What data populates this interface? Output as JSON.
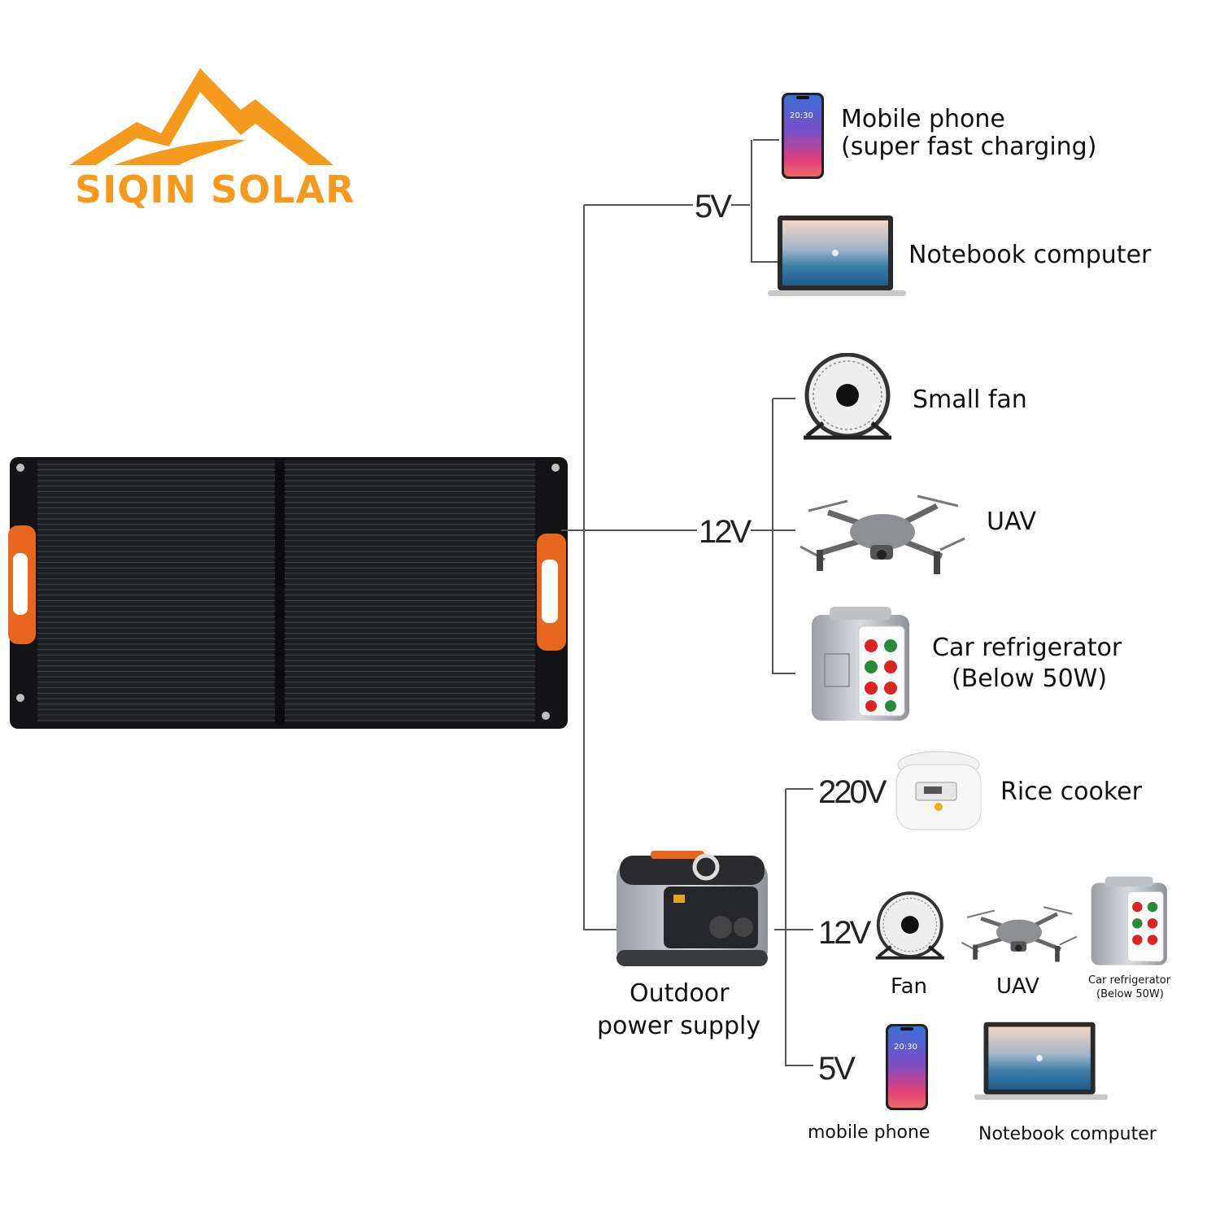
{
  "brand": {
    "name": "SIQIN SOLAR",
    "color": "#f59a1c"
  },
  "colors": {
    "panel": "#1c1c1e",
    "handle": "#e8661e",
    "line": "#555555"
  },
  "branches": {
    "v5": {
      "voltage": "5V",
      "devices": [
        {
          "icon": "mobile-phone-icon",
          "label_line1": "Mobile phone",
          "label_line2": "(super fast charging)"
        },
        {
          "icon": "laptop-icon",
          "label": "Notebook computer"
        }
      ]
    },
    "v12": {
      "voltage": "12V",
      "devices": [
        {
          "icon": "fan-icon",
          "label": "Small fan"
        },
        {
          "icon": "drone-icon",
          "label": "UAV"
        },
        {
          "icon": "car-refrigerator-icon",
          "label_line1": "Car refrigerator",
          "label_line2": "(Below 50W)"
        }
      ]
    },
    "outdoor": {
      "label_line1": "Outdoor",
      "label_line2": "power supply",
      "icon": "power-station-icon",
      "outputs": {
        "v220": {
          "voltage": "220V",
          "devices": [
            {
              "icon": "rice-cooker-icon",
              "label": "Rice cooker"
            }
          ]
        },
        "v12": {
          "voltage": "12V",
          "devices": [
            {
              "icon": "fan-icon",
              "label": "Fan"
            },
            {
              "icon": "drone-icon",
              "label": "UAV"
            },
            {
              "icon": "car-refrigerator-icon",
              "label_line1": "Car refrigerator",
              "label_line2": "(Below 50W)"
            }
          ]
        },
        "v5": {
          "voltage": "5V",
          "devices": [
            {
              "icon": "mobile-phone-icon",
              "label": "mobile phone"
            },
            {
              "icon": "laptop-icon",
              "label": "Notebook computer"
            }
          ]
        }
      }
    }
  }
}
